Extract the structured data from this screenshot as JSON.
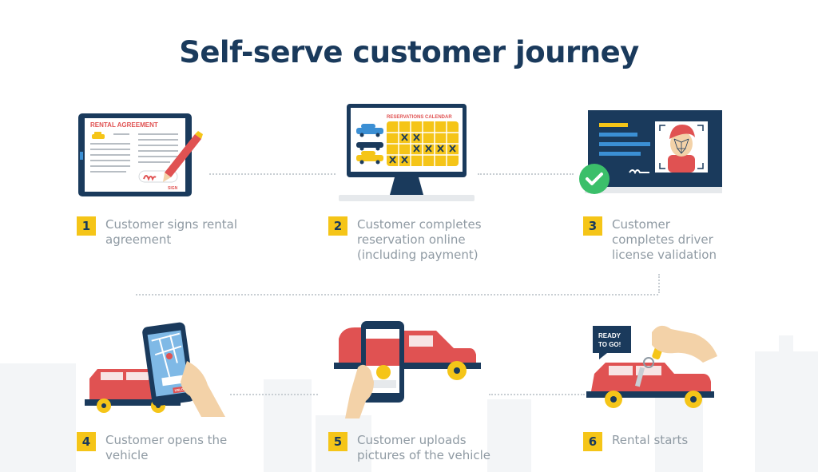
{
  "title": "Self-serve customer journey",
  "steps": [
    {
      "number": "1",
      "caption": "Customer signs rental\nagreement"
    },
    {
      "number": "2",
      "caption": "Customer completes\nreservation online\n(including payment)"
    },
    {
      "number": "3",
      "caption": "Customer\ncompletes driver\nlicense validation"
    },
    {
      "number": "4",
      "caption": "Customer opens the\nvehicle"
    },
    {
      "number": "5",
      "caption": "Customer uploads\npictures of the vehicle"
    },
    {
      "number": "6",
      "caption": "Rental starts"
    }
  ],
  "illustrations": {
    "rental_agreement_heading": "RENTAL AGREEMENT",
    "sign_label": "SIGN",
    "calendar_heading": "RESERVATIONS CALENDAR",
    "ready_bubble_line1": "READY",
    "ready_bubble_line2": "TO GO!",
    "phone_button": "UNLOCK"
  },
  "colors": {
    "navy": "#1a3a5c",
    "yellow": "#f5c518",
    "red": "#e05252",
    "green": "#3bbf6a",
    "caption_gray": "#8f9aa3",
    "blue": "#3b8fd4"
  }
}
